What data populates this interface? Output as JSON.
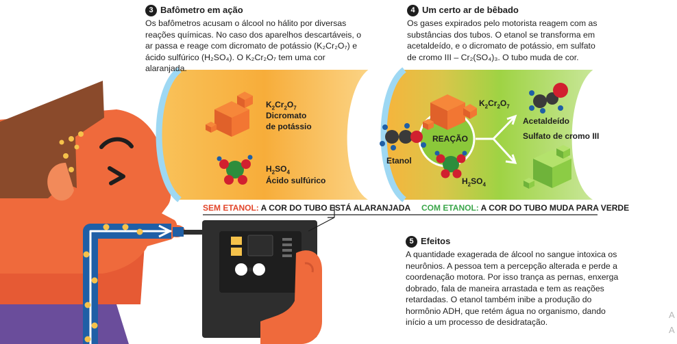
{
  "step3": {
    "number": "3",
    "title": "Bafômetro em ação",
    "body": "Os bafômetros acusam o álcool no hálito por diversas reações químicas. No caso dos aparelhos descartáveis, o ar passa e reage com dicromato de potássio (K₂Cr₂O₇) e ácido sulfúrico (H₂SO₄). O K₂Cr₂O₇ tem uma cor alaranjada."
  },
  "step4": {
    "number": "4",
    "title": "Um certo ar de bêbado",
    "body": "Os gases expirados pelo motorista reagem com as substâncias dos tubos. O etanol se transforma em acetaldeído, e o dicromato de potássio, em sulfato de cromo III – Cr₂(SO₄)₃. O tubo muda de cor."
  },
  "step5": {
    "number": "5",
    "title": "Efeitos",
    "body": "A quantidade exagerada de álcool no sangue intoxica os neurônios. A pessoa tem a percepção alterada e perde a coordenação motora. Por isso trança as pernas, enxerga dobrado, fala de maneira arrastada e tem as reações retardadas. O etanol também inibe a produção do hormônio ADH, que retém água no organismo, dando início a um processo de desidratação."
  },
  "tube_left": {
    "formula_k_pre": "K",
    "formula_k_sub1": "2",
    "formula_k_mid": "Cr",
    "formula_k_sub2": "2",
    "formula_k_end": "O",
    "formula_k_sub3": "7",
    "dichromate_name_1": "Dicromato",
    "dichromate_name_2": "de potássio",
    "formula_h_pre": "H",
    "formula_h_sub1": "2",
    "formula_h_mid": "SO",
    "formula_h_sub2": "4",
    "acid_name": "Ácido sulfúrico",
    "caption_highlight": "SEM ETANOL:",
    "caption_rest": " A COR DO TUBO ESTÁ ALARANJADA"
  },
  "tube_right": {
    "formula_k_pre": "K",
    "formula_k_sub1": "2",
    "formula_k_mid": "Cr",
    "formula_k_sub2": "2",
    "formula_k_end": "O",
    "formula_k_sub3": "7",
    "ethanol_label": "Etanol",
    "reaction_label": "REAÇÃO",
    "formula_h_pre": "H",
    "formula_h_sub1": "2",
    "formula_h_mid": "SO",
    "formula_h_sub2": "4",
    "acetaldehyde_label": "Acetaldeído",
    "sulfate_label": "Sulfato de cromo III",
    "caption_highlight": "COM ETANOL:",
    "caption_rest": " A COR DO TUBO MUDA PARA VERDE"
  },
  "edge_text": [
    "A",
    "A"
  ],
  "colors": {
    "skin": "#ef6a3c",
    "hair": "#8a4a2b",
    "tube_orange": "#f8a332",
    "tube_green": "#8fcf3a",
    "tube_rim": "#9ed8f3",
    "device": "#2e2e2e",
    "sleeve_blue": "#1f5fa6",
    "shirt_purple": "#6a4d9b",
    "accent_red": "#e2452a",
    "accent_green": "#3aa64a"
  },
  "icons": [
    "face-icon",
    "breathalyzer-device-icon",
    "breath-tube-icon",
    "dichromate-cube-icon",
    "sulfuric-acid-molecule-icon",
    "ethanol-molecule-icon",
    "acetaldehyde-molecule-icon",
    "chromium-sulfate-cube-icon",
    "reaction-arrow-icon"
  ]
}
